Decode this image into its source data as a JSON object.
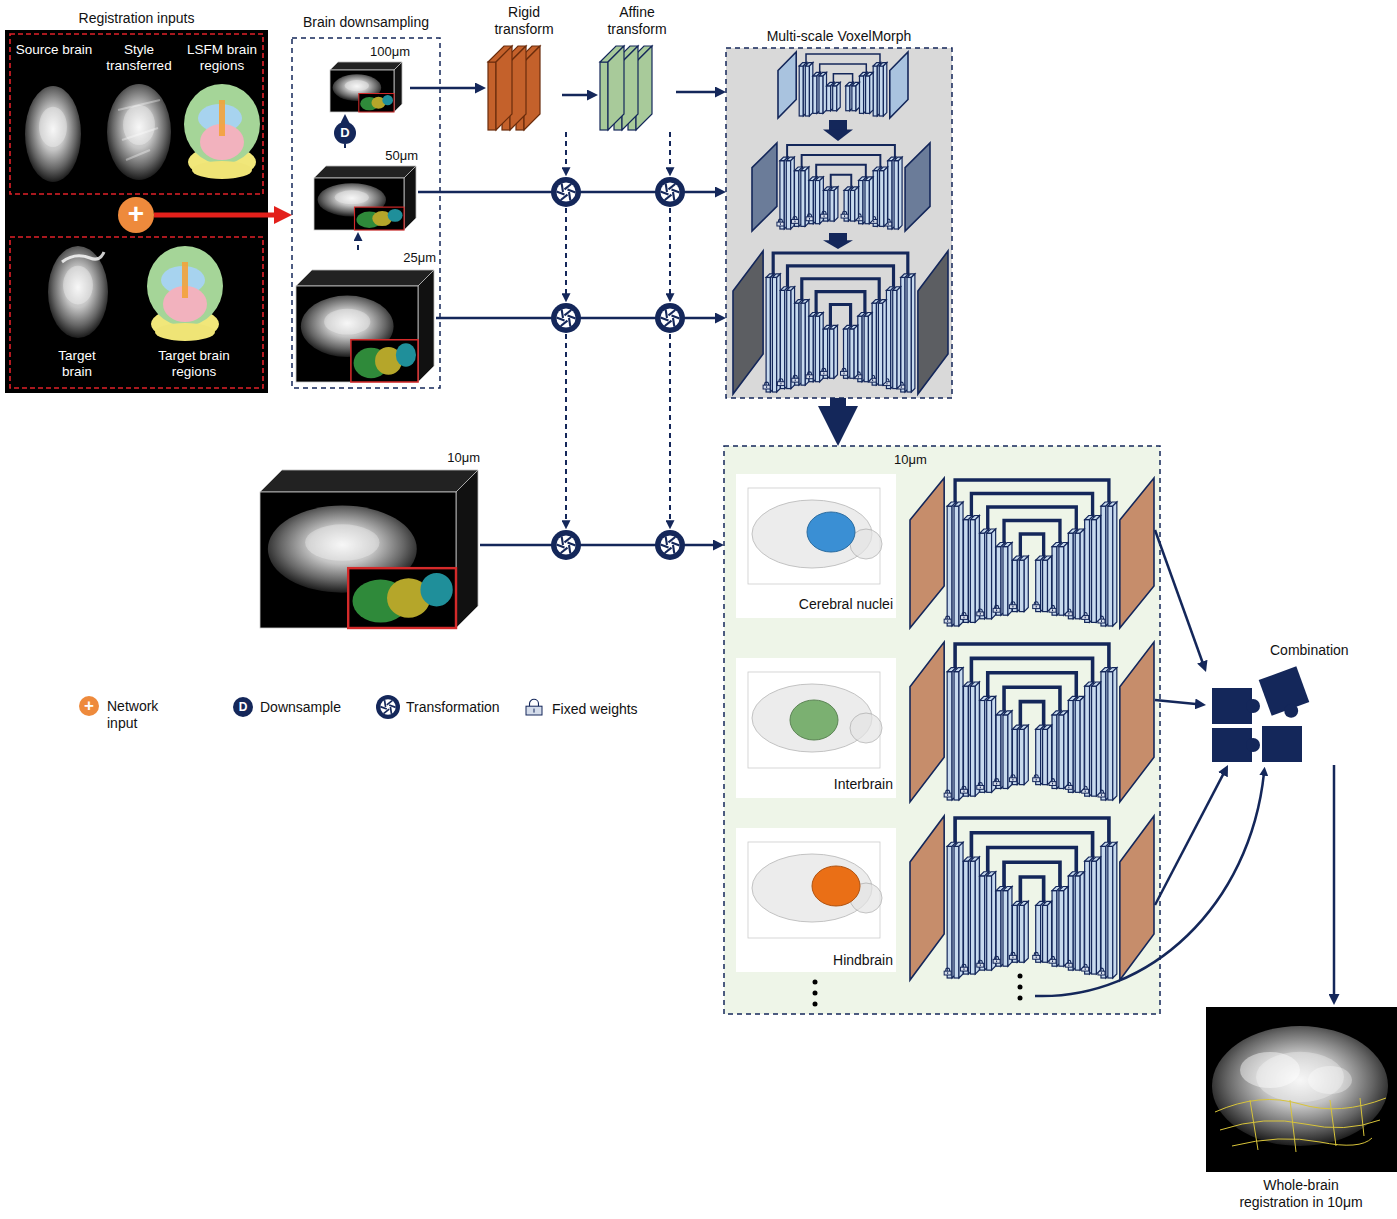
{
  "diagram": {
    "nodes": [
      {
        "text": [
          "Registration inputs"
        ]
      },
      {
        "text": [
          "Source brain"
        ],
        "in": 0
      },
      {
        "text": [
          "Style transferred"
        ],
        "in": 0
      },
      {
        "text": [
          "LSFM brain regions"
        ],
        "in": 0
      },
      {
        "text": [
          "+"
        ],
        "in": 0
      },
      {
        "text": [
          "Target brain"
        ],
        "in": 0
      },
      {
        "text": [
          "Target brain regions"
        ],
        "in": 0
      },
      {
        "text": [
          "Brain downsampling"
        ]
      },
      {
        "text": [
          "100μm"
        ],
        "in": 7
      },
      {
        "text": [
          "D"
        ],
        "in": 7
      },
      {
        "text": [
          "50μm"
        ],
        "in": 7
      },
      {
        "text": [
          "25μm"
        ],
        "in": 7
      },
      {
        "text": [
          "Rigid transform"
        ]
      },
      {
        "text": [
          "Affine transform"
        ]
      },
      {
        "text": [
          "Multi-scale VoxelMorph"
        ]
      },
      {
        "text": [
          "10μm"
        ]
      },
      {
        "text": [
          "10μm"
        ]
      },
      {
        "text": [
          "Cerebral nuclei"
        ],
        "in": 16
      },
      {
        "text": [
          "Interbrain"
        ],
        "in": 16
      },
      {
        "text": [
          "Hindbrain"
        ],
        "in": 16
      },
      {
        "text": [
          "Combination"
        ]
      },
      {
        "text": [
          "Whole-brain registration in 10μm"
        ]
      }
    ],
    "edges": [
      {
        "from": 4,
        "to": 7,
        "arrow": "to"
      },
      {
        "from": 11,
        "to": 10,
        "arrow": "to"
      },
      {
        "from": 10,
        "to": 9,
        "arrow": "none"
      },
      {
        "from": 9,
        "to": 8,
        "arrow": "to"
      },
      {
        "from": 8,
        "to": 12,
        "arrow": "to"
      },
      {
        "from": 12,
        "to": 13,
        "arrow": "to"
      },
      {
        "from": 13,
        "to": 14,
        "arrow": "to"
      },
      {
        "from": 10,
        "to": 14,
        "arrow": "to"
      },
      {
        "from": 11,
        "to": 14,
        "arrow": "to"
      },
      {
        "from": 14,
        "to": 16,
        "arrow": "to"
      },
      {
        "from": 15,
        "to": 16,
        "arrow": "to"
      },
      {
        "from": 17,
        "to": 20,
        "arrow": "to"
      },
      {
        "from": 18,
        "to": 20,
        "arrow": "to"
      },
      {
        "from": 19,
        "to": 20,
        "arrow": "to"
      },
      {
        "from": 20,
        "to": 21,
        "arrow": "to"
      }
    ],
    "labels": [
      "+",
      "D"
    ],
    "legend": [
      {
        "text": "Network input"
      },
      {
        "text": "Downsample"
      },
      {
        "text": "Transformation"
      },
      {
        "text": "Fixed weights"
      }
    ]
  }
}
